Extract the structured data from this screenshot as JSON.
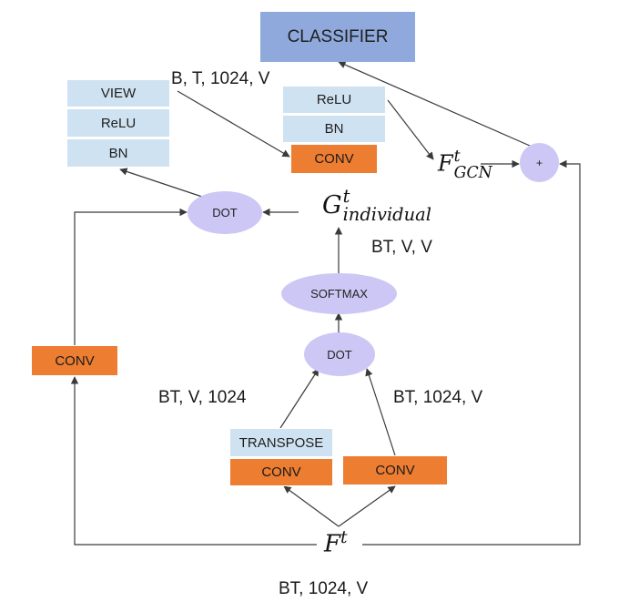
{
  "blocks": {
    "classifier": "CLASSIFIER",
    "view": "VIEW",
    "relu_left": "ReLU",
    "bn_left": "BN",
    "relu_mid": "ReLU",
    "bn_mid": "BN",
    "conv_top": "CONV",
    "conv_left": "CONV",
    "transpose": "TRANSPOSE",
    "conv_bottom_left": "CONV",
    "conv_bottom_right": "CONV"
  },
  "nodes": {
    "dot_top": "DOT",
    "softmax": "SOFTMAX",
    "dot_mid": "DOT",
    "plus": "+"
  },
  "shape_labels": {
    "top": "B, T, 1024, V",
    "softmax_out": "BT, V, V",
    "left_branch": "BT, V, 1024",
    "right_branch": "BT, 1024, V",
    "bottom": "BT, 1024, V"
  },
  "math": {
    "f_gcn": {
      "base": "F",
      "sup": "t",
      "sub": "GCN"
    },
    "g_individual": {
      "base": "G",
      "sup": "t",
      "sub": "individual"
    },
    "f_t": {
      "base": "F",
      "sup": "t"
    }
  },
  "colors": {
    "classifier": "#8fa9dc",
    "light_block": "#cfe2f1",
    "conv_block": "#ed7d31",
    "op_node": "#cdc7f5",
    "wire": "#3a3a3a"
  }
}
